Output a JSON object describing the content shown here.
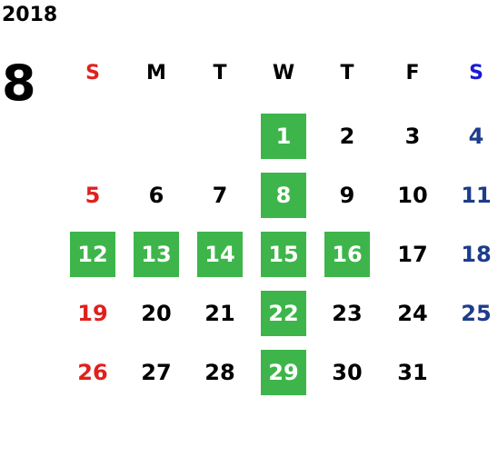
{
  "calendar": {
    "year": "2018",
    "month": "8",
    "weekdays": [
      "S",
      "M",
      "T",
      "W",
      "T",
      "F",
      "S"
    ],
    "weeks": [
      [
        "",
        "",
        "",
        "1",
        "2",
        "3",
        "4"
      ],
      [
        "5",
        "6",
        "7",
        "8",
        "9",
        "10",
        "11"
      ],
      [
        "12",
        "13",
        "14",
        "15",
        "16",
        "17",
        "18"
      ],
      [
        "19",
        "20",
        "21",
        "22",
        "23",
        "24",
        "25"
      ],
      [
        "26",
        "27",
        "28",
        "29",
        "30",
        "31",
        ""
      ]
    ],
    "highlighted_days": [
      "1",
      "8",
      "12",
      "13",
      "14",
      "15",
      "16",
      "22",
      "29"
    ]
  },
  "colors": {
    "sunday": "#e0201c",
    "saturday_header": "#1a1ad6",
    "saturday": "#1d3c8c",
    "text": "#000000",
    "highlight_bg": "#3db54a",
    "highlight_text": "#ffffff"
  }
}
